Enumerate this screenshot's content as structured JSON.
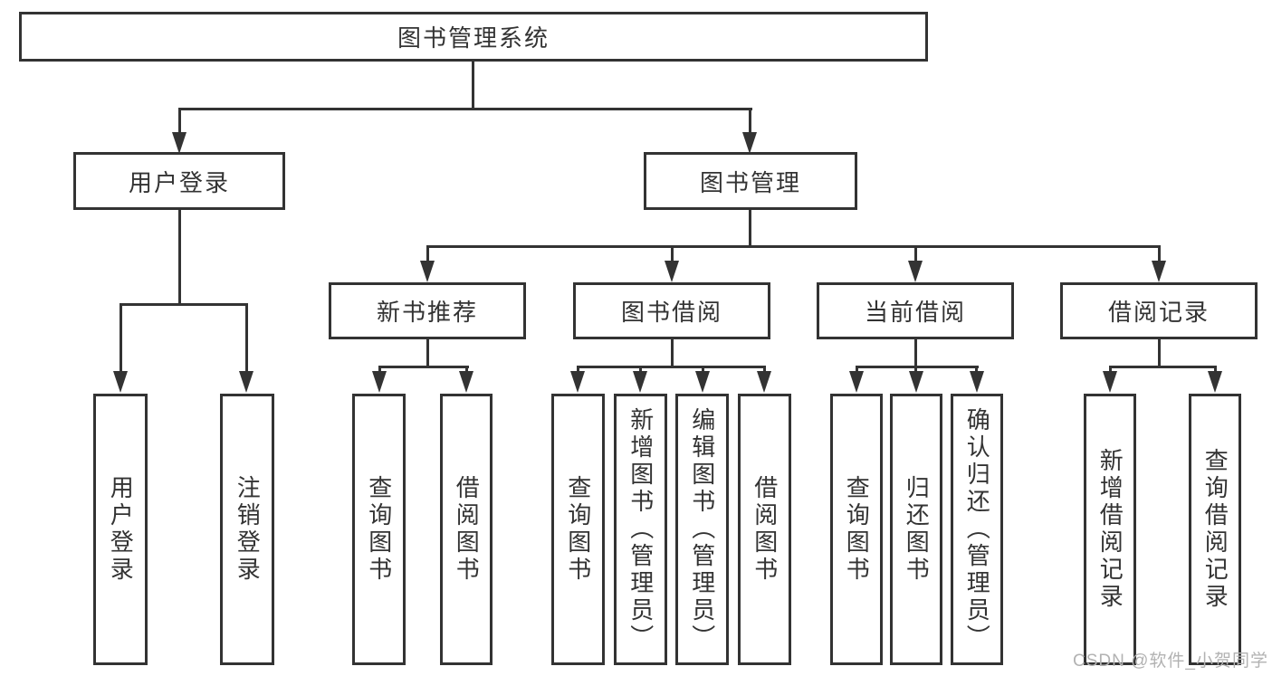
{
  "nodes": {
    "root": "图书管理系统",
    "level2": [
      "用户登录",
      "图书管理"
    ],
    "level3": [
      "新书推荐",
      "图书借阅",
      "当前借阅",
      "借阅记录"
    ],
    "leaves": {
      "login": [
        "用户登录",
        "注销登录"
      ],
      "recommend": [
        "查询图书",
        "借阅图书"
      ],
      "borrow": [
        "查询图书",
        "新增图书（管理员）",
        "编辑图书（管理员）",
        "借阅图书"
      ],
      "current": [
        "查询图书",
        "归还图书",
        "确认归还（管理员）"
      ],
      "records": [
        "新增借阅记录",
        "查询借阅记录"
      ]
    }
  },
  "watermark": "CSDN @软件_小贺同学",
  "colors": {
    "line": "#333333",
    "text": "#333333",
    "box_background": "#ffffff",
    "page_background": "#ffffff",
    "watermark": "#b2b2b2"
  }
}
